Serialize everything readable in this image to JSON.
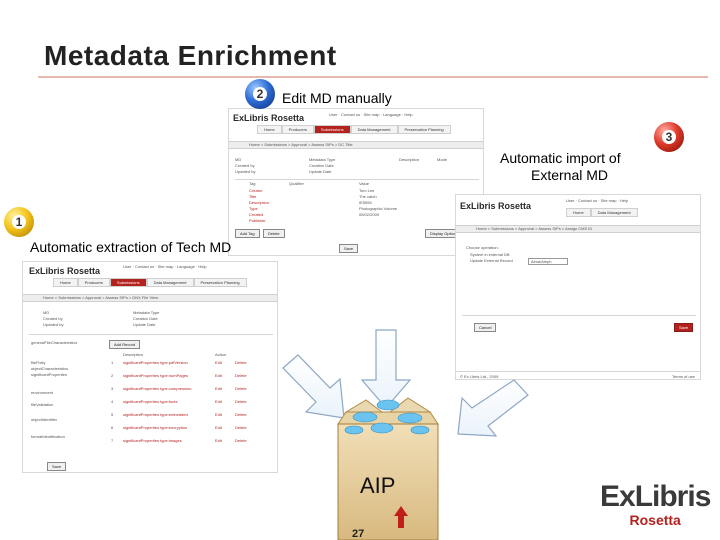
{
  "slide": {
    "title": "Metadata Enrichment",
    "page_number": "27",
    "aip_label": "AIP"
  },
  "callouts": {
    "edit": {
      "number": "2",
      "text": "Edit MD manually"
    },
    "import": {
      "number": "3",
      "text_line1": "Automatic import of",
      "text_line2": "External MD"
    },
    "extract": {
      "number": "1",
      "text": "Automatic extraction of Tech MD"
    }
  },
  "brand": {
    "line1": "ExLibris",
    "line2": "Rosetta"
  },
  "screens": {
    "edit": {
      "logo": "ExLibris Rosetta",
      "tabs": [
        "Home",
        "Producers",
        "Submissions",
        "Data Management",
        "Preservation Planning"
      ],
      "breadcrumb": "Home > Submissions > Approval > Assess SIPs > DC Title",
      "header_fields": [
        "MD",
        "Created by",
        "Updated by",
        "Metadata Type",
        "Creation Date",
        "Update Date",
        "Description",
        "Mode"
      ],
      "table_headers": [
        "Tag",
        "Qualifier",
        "Value"
      ],
      "rows": [
        {
          "tag": "Creator",
          "value": "Tom Lee"
        },
        {
          "tag": "Title",
          "value": "The catch"
        },
        {
          "tag": "Description",
          "value": "IE5555"
        },
        {
          "tag": "Type",
          "value": "Photographic Volume"
        },
        {
          "tag": "Created",
          "value": "05/02/2009"
        },
        {
          "tag": "Publisher",
          "value": ""
        }
      ],
      "buttons": [
        "Add Tag",
        "Delete",
        "Display Option",
        "Save"
      ]
    },
    "import": {
      "logo": "ExLibris Rosetta",
      "tabs": [
        "Home",
        "Data Management"
      ],
      "breadcrumb": "Home > Submissions > Approval > Assess SIPs > Assign CMS ID",
      "label": "Choose operation:",
      "options": [
        "System in external DB",
        "Update External Record"
      ],
      "select_value": "Alma/Aleph",
      "buttons": [
        "Cancel",
        "Save"
      ],
      "footer_left": "© Ex Libris Ltd., 2009",
      "footer_right": "Terms of use"
    },
    "extract": {
      "logo": "ExLibris Rosetta",
      "tabs": [
        "Home",
        "Producers",
        "Submissions",
        "Data Management",
        "Preservation Planning"
      ],
      "breadcrumb": "Home > Submissions > Approval > Assess SIPs > DNX File View",
      "header_fields": [
        "MD",
        "Created by",
        "Updated by",
        "Metadata Type",
        "Creation Date",
        "Update Date"
      ],
      "side_items": [
        "generalFileCharacteristics",
        "fileFixity",
        "objectCharacteristics",
        "significantProperties",
        "environment",
        "fileValidation",
        "objectIdentifier",
        "formatIdentification"
      ],
      "table_headers": [
        "Description",
        "Action"
      ],
      "rows": [
        {
          "n": "1",
          "desc": "significantProperties type:pdfVersion",
          "edit": "Edit",
          "delete": "Delete"
        },
        {
          "n": "2",
          "desc": "significantProperties type:numPages",
          "edit": "Edit",
          "delete": "Delete"
        },
        {
          "n": "3",
          "desc": "significantProperties type:compression",
          "edit": "Edit",
          "delete": "Delete"
        },
        {
          "n": "4",
          "desc": "significantProperties type:fonts",
          "edit": "Edit",
          "delete": "Delete"
        },
        {
          "n": "5",
          "desc": "significantProperties type:embedded",
          "edit": "Edit",
          "delete": "Delete"
        },
        {
          "n": "6",
          "desc": "significantProperties type:encryption",
          "edit": "Edit",
          "delete": "Delete"
        },
        {
          "n": "7",
          "desc": "significantProperties type:images",
          "edit": "Edit",
          "delete": "Delete"
        }
      ],
      "buttons": [
        "Add Record",
        "Save"
      ]
    }
  }
}
